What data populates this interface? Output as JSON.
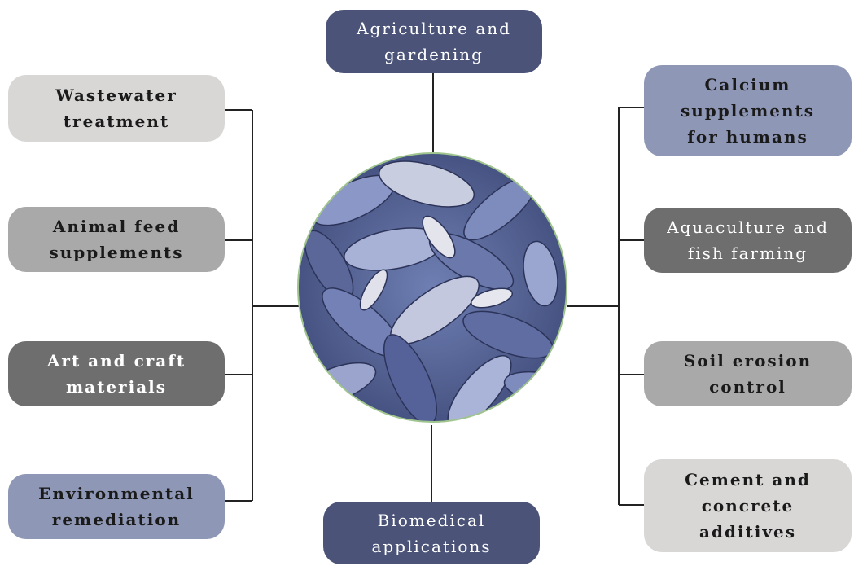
{
  "diagram": {
    "top": {
      "label": "Agriculture and\ngardening",
      "color": "#4b5478"
    },
    "bottom": {
      "label": "Biomedical\napplications",
      "color": "#4b5478"
    },
    "left": [
      {
        "label": "Wastewater\ntreatment",
        "color": "#d8d7d6"
      },
      {
        "label": "Animal feed\nsupplements",
        "color": "#a9a9a9"
      },
      {
        "label": "Art and craft\nmaterials",
        "color": "#6e6e6e"
      },
      {
        "label": "Environmental\nremediation",
        "color": "#8e97b5"
      }
    ],
    "right": [
      {
        "label": "Calcium\nsupplements\nfor humans",
        "color": "#8e97b5"
      },
      {
        "label": "Aquaculture and\nfish farming",
        "color": "#6e6e6e"
      },
      {
        "label": "Soil erosion\ncontrol",
        "color": "#a9a9a9"
      },
      {
        "label": "Cement and\nconcrete\nadditives",
        "color": "#d8d7d6"
      }
    ],
    "center_image": "mussel-shells-photo"
  }
}
